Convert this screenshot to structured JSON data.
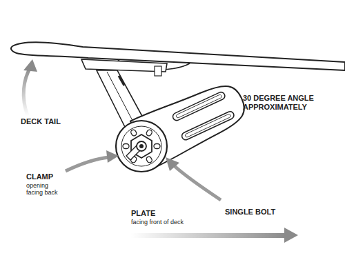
{
  "diagram": {
    "labels": [
      "DECK TAIL",
      "CLAMP",
      "opening facing back",
      "SINGLE BOLT",
      "30 DEGREE ANGLE APPROXIMATELY",
      "PLATE",
      "facing front of deck"
    ]
  }
}
